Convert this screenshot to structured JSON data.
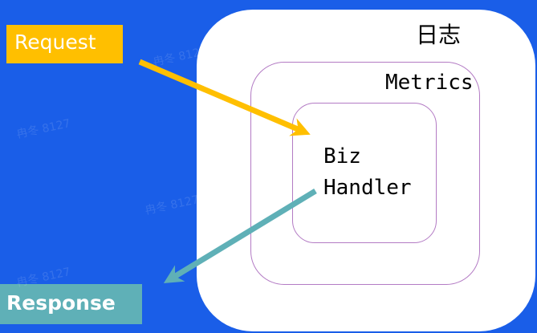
{
  "layers": {
    "outer": "日志",
    "middle": "Metrics",
    "core": [
      "Biz",
      "Handler"
    ]
  },
  "request_label": "Request",
  "response_label": "Response",
  "watermark": "冉冬 8127",
  "colors": {
    "background": "#1a5ee8",
    "outer_fill": "#ffffff",
    "layer_border": "#b37bc4",
    "request": "#ffbf00",
    "response": "#5fb0b7"
  }
}
